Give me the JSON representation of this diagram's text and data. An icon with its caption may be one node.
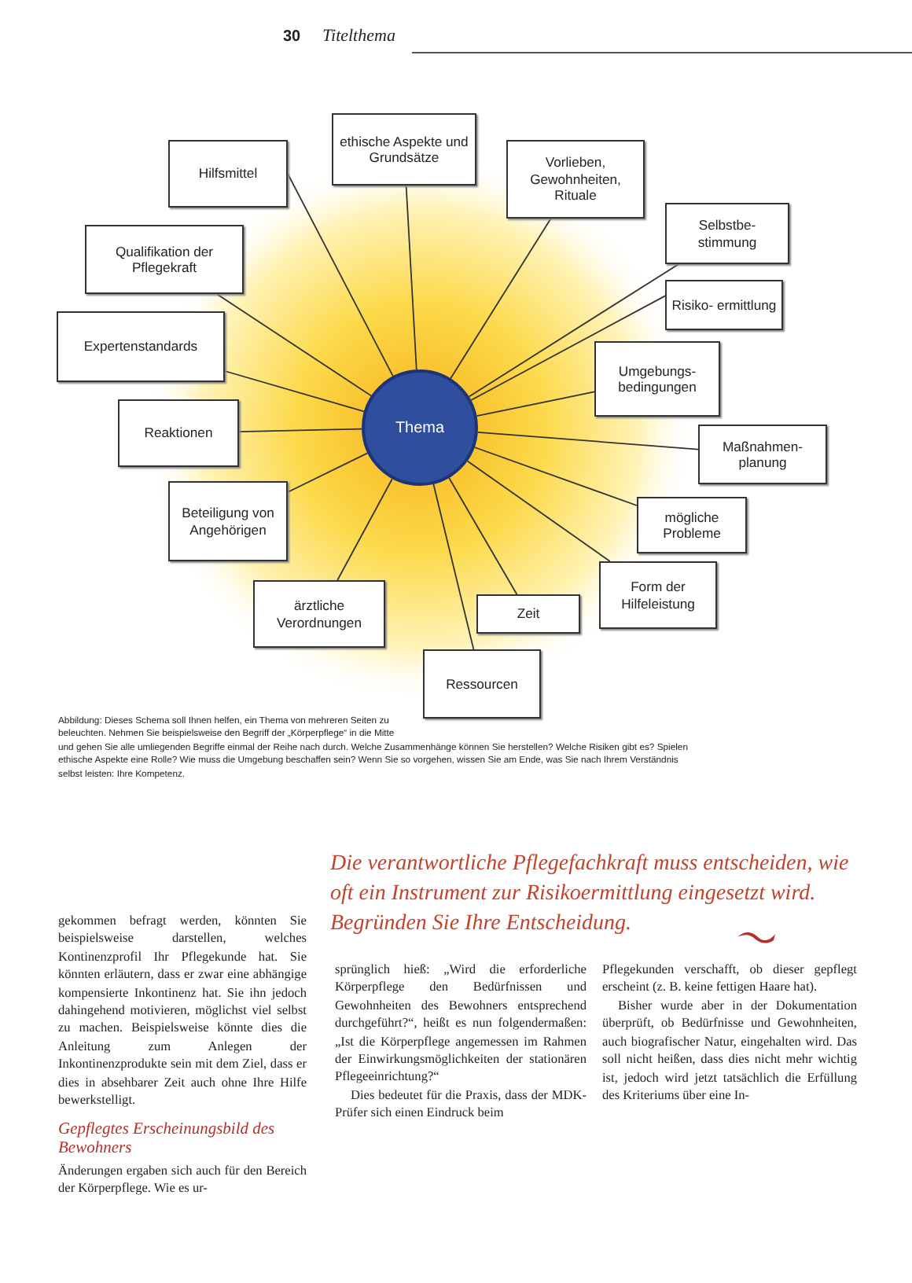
{
  "diagram": {
    "caption": "Abbildung: Dieses Schema soll Ihnen helfen, ein Thema von mehreren Seiten zu beleuchten. Nehmen Sie beispielsweise den Begriff der „Körperpflege“ in die Mitte und gehen Sie alle umliegenden Begriffe einmal der Reihe nach durch. Welche Zusammenhänge können Sie herstellen? Welche Risiken gibt es? Spielen ethische Aspekte eine Rolle? Wie muss die Umgebung beschaffen sein? Wenn Sie so vorgehen, wissen Sie am Ende, was Sie nach Ihrem Verständnis selbst leisten: Ihre Kompetenz.",
    "nodes": [
      {
        "text": [
          "ethische Aspekte und Grundsätze"
        ]
      },
      {
        "text": [
          "Hilfsmittel"
        ]
      },
      {
        "text": [
          "Vorlieben, Gewohnheiten, Rituale"
        ]
      },
      {
        "text": [
          "Selbstbe- stimmung"
        ]
      },
      {
        "text": [
          "Qualifikation der Pflegekraft"
        ]
      },
      {
        "text": [
          "Risiko- ermittlung"
        ]
      },
      {
        "text": [
          "Expertenstandards"
        ]
      },
      {
        "text": [
          "Umgebungs- bedingungen"
        ]
      },
      {
        "text": [
          "Thema"
        ]
      },
      {
        "text": [
          "Reaktionen"
        ]
      },
      {
        "text": [
          "Maßnahmen- planung"
        ]
      },
      {
        "text": [
          "Beteiligung von Angehörigen"
        ]
      },
      {
        "text": [
          "mögliche Probleme"
        ]
      },
      {
        "text": [
          "Form der Hilfeleistung"
        ]
      },
      {
        "text": [
          "ärztliche Verordnungen"
        ]
      },
      {
        "text": [
          "Zeit"
        ]
      },
      {
        "text": [
          "Ressourcen"
        ]
      }
    ],
    "edges": [
      {
        "from": 8,
        "to": 0,
        "arrow": "none"
      },
      {
        "from": 8,
        "to": 1,
        "arrow": "none"
      },
      {
        "from": 8,
        "to": 2,
        "arrow": "none"
      },
      {
        "from": 8,
        "to": 3,
        "arrow": "none"
      },
      {
        "from": 8,
        "to": 4,
        "arrow": "none"
      },
      {
        "from": 8,
        "to": 5,
        "arrow": "none"
      },
      {
        "from": 8,
        "to": 6,
        "arrow": "none"
      },
      {
        "from": 8,
        "to": 7,
        "arrow": "none"
      },
      {
        "from": 8,
        "to": 9,
        "arrow": "none"
      },
      {
        "from": 8,
        "to": 10,
        "arrow": "none"
      },
      {
        "from": 8,
        "to": 11,
        "arrow": "none"
      },
      {
        "from": 8,
        "to": 12,
        "arrow": "none"
      },
      {
        "from": 8,
        "to": 13,
        "arrow": "none"
      },
      {
        "from": 8,
        "to": 14,
        "arrow": "none"
      },
      {
        "from": 8,
        "to": 15,
        "arrow": "none"
      },
      {
        "from": 8,
        "to": 16,
        "arrow": "none"
      }
    ],
    "labels": [
      "30",
      "Titelthema",
      "Die verantwortliche Pflegefachkraft muss entscheiden, wie oft ein Instrument zur Risikoermittlung eingesetzt wird. Begründen Sie Ihre Entscheidung.",
      "gekommen befragt werden, könnten Sie beispielsweise darstellen, welches Kontinenzprofil Ihr Pflegekunde hat. Sie könnten erläutern, dass er zwar eine abhängige kompensierte Inkontinenz hat. Sie ihn jedoch dahingehend motivieren, möglichst viel selbst zu machen. Beispielsweise könnte dies die Anleitung zum Anlegen der Inkontinenzprodukte sein mit dem Ziel, dass er dies in absehbarer Zeit auch ohne Ihre Hilfe bewerkstelligt.",
      "Gepflegtes Erscheinungsbild des Bewohners",
      "Änderungen ergaben sich auch für den Bereich der Körperpflege. Wie es ur-",
      "sprünglich hieß: „Wird die erforderliche Körperpflege den Bedürfnissen und Gewohnheiten des Bewohners entsprechend durchgeführt?“, heißt es nun folgendermaßen: „Ist die Körperpflege angemessen im Rahmen der Einwirkungsmöglichkeiten der stationären Pflegeeinrichtung?“",
      "Dies bedeutet für die Praxis, dass der MDK-Prüfer sich einen Eindruck beim",
      "Pflegekunden verschafft, ob dieser gepflegt erscheint (z. B. keine fettigen Haare hat).",
      "Bisher wurde aber in der Dokumentation überprüft, ob Bedürfnisse und Gewohnheiten, auch biografischer Natur, eingehalten wird. Das soll nicht heißen, dass dies nicht mehr wichtig ist, jedoch wird jetzt tatsächlich die Erfüllung des Kriteriums über eine In-"
    ]
  }
}
